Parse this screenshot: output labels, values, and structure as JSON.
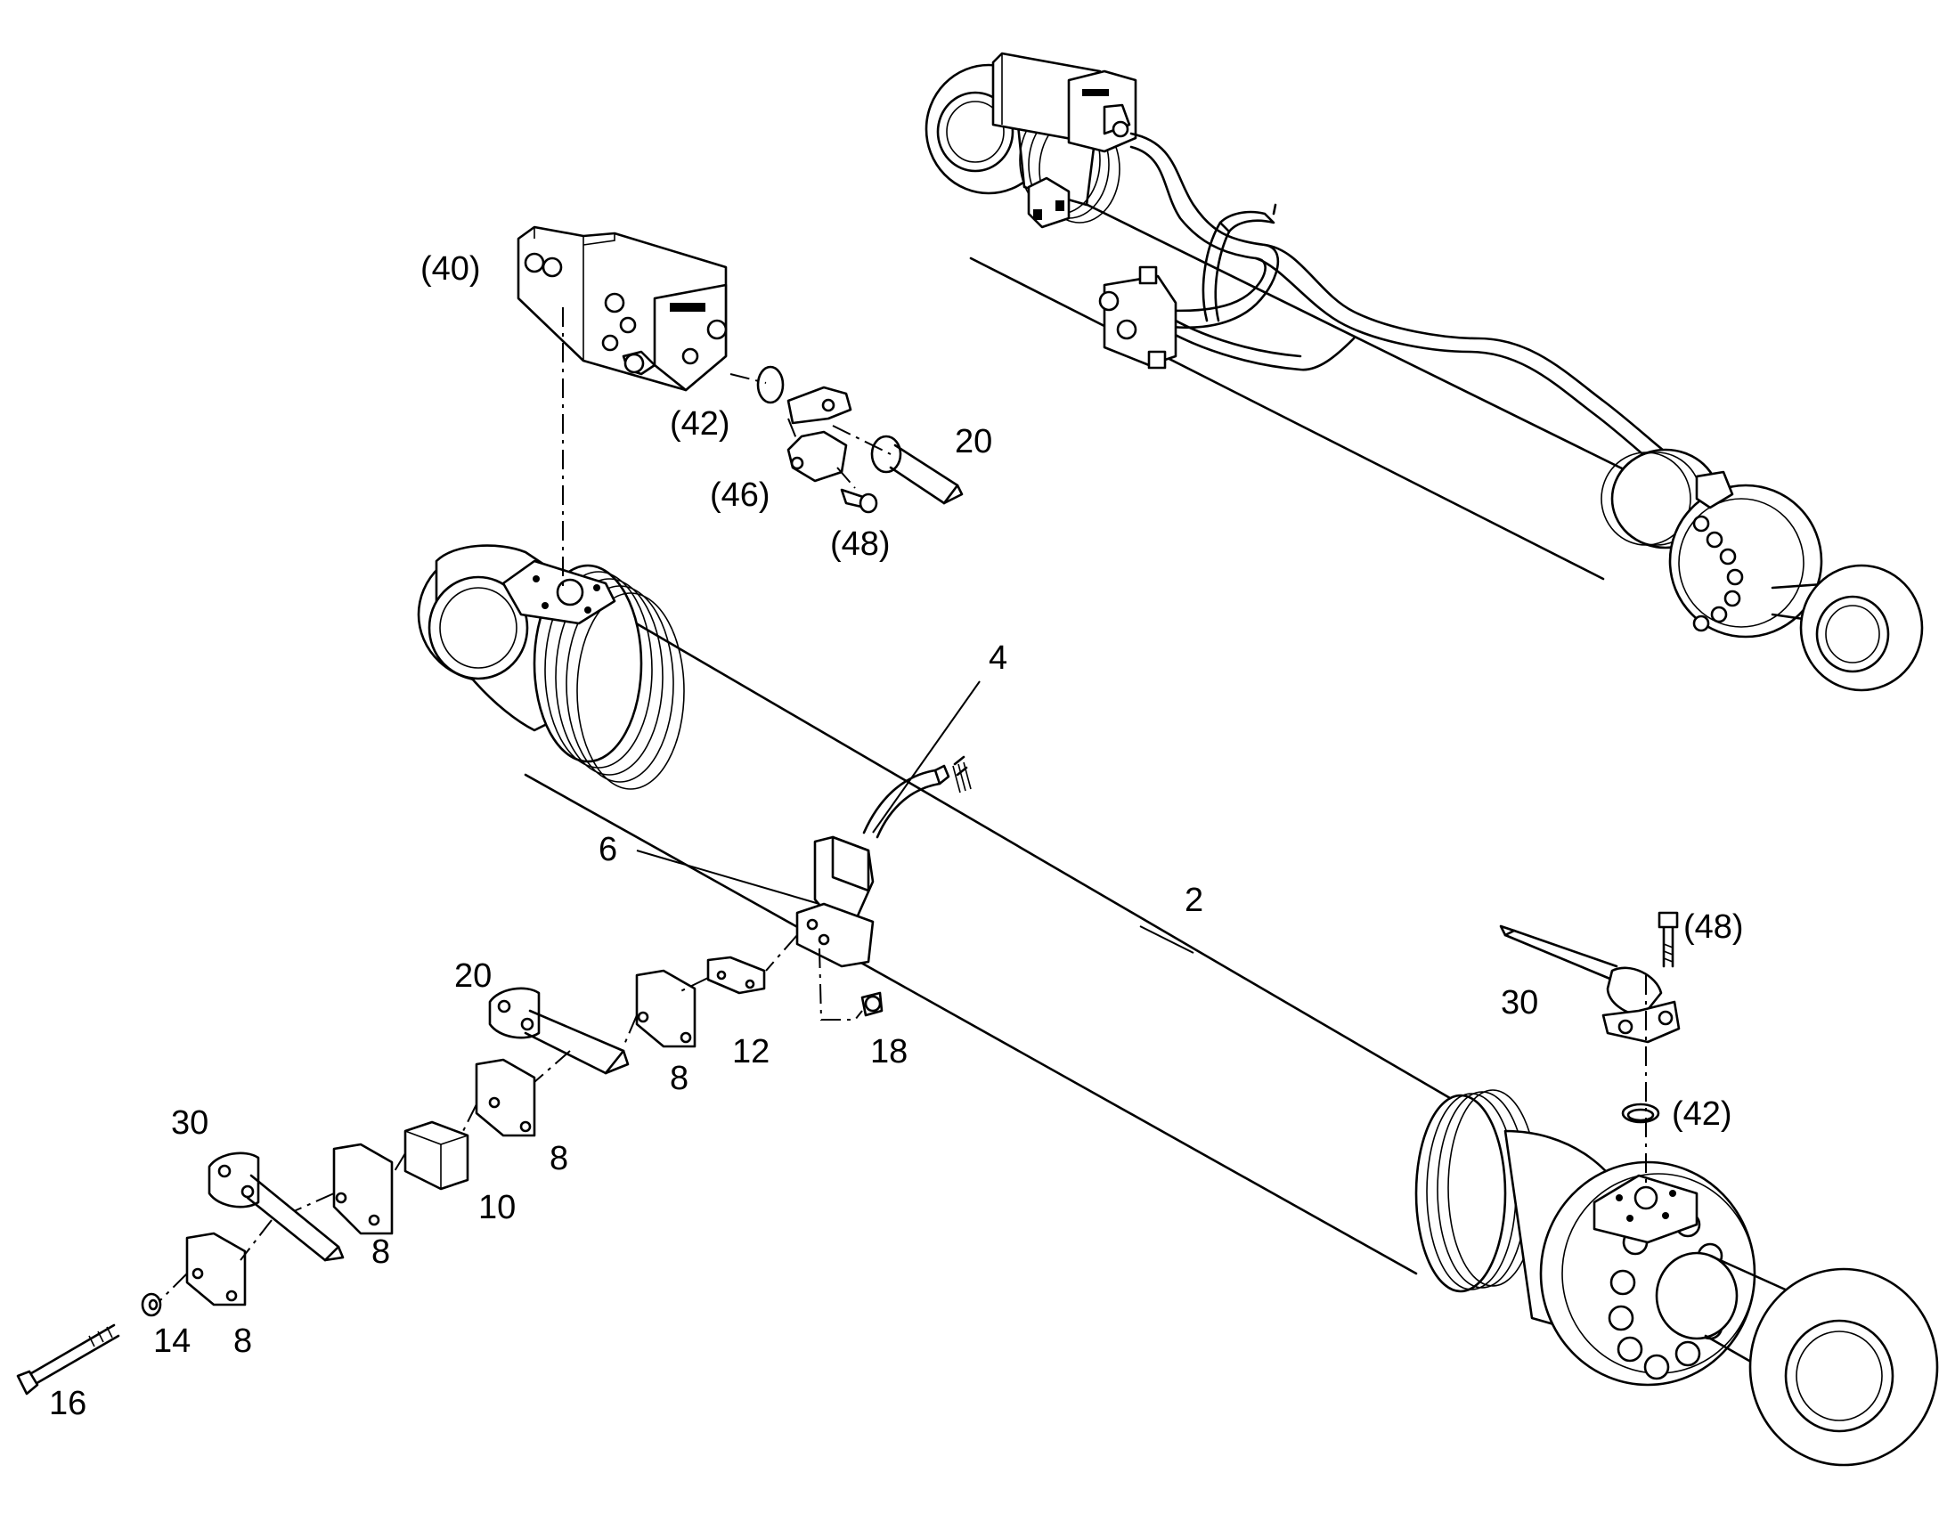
{
  "drawing": {
    "title": "",
    "labels": {
      "l40": "(40)",
      "l42_top": "(42)",
      "l46": "(46)",
      "l48_top": "(48)",
      "l20_top": "20",
      "l4": "4",
      "l6": "6",
      "l2": "2",
      "l20_left": "20",
      "l12": "12",
      "l18": "18",
      "l8_a": "8",
      "l8_b": "8",
      "l30_left": "30",
      "l10": "10",
      "l8_c": "8",
      "l14": "14",
      "l8_d": "8",
      "l16": "16",
      "l48_right": "(48)",
      "l30_right": "30",
      "l42_right": "(42)"
    }
  }
}
